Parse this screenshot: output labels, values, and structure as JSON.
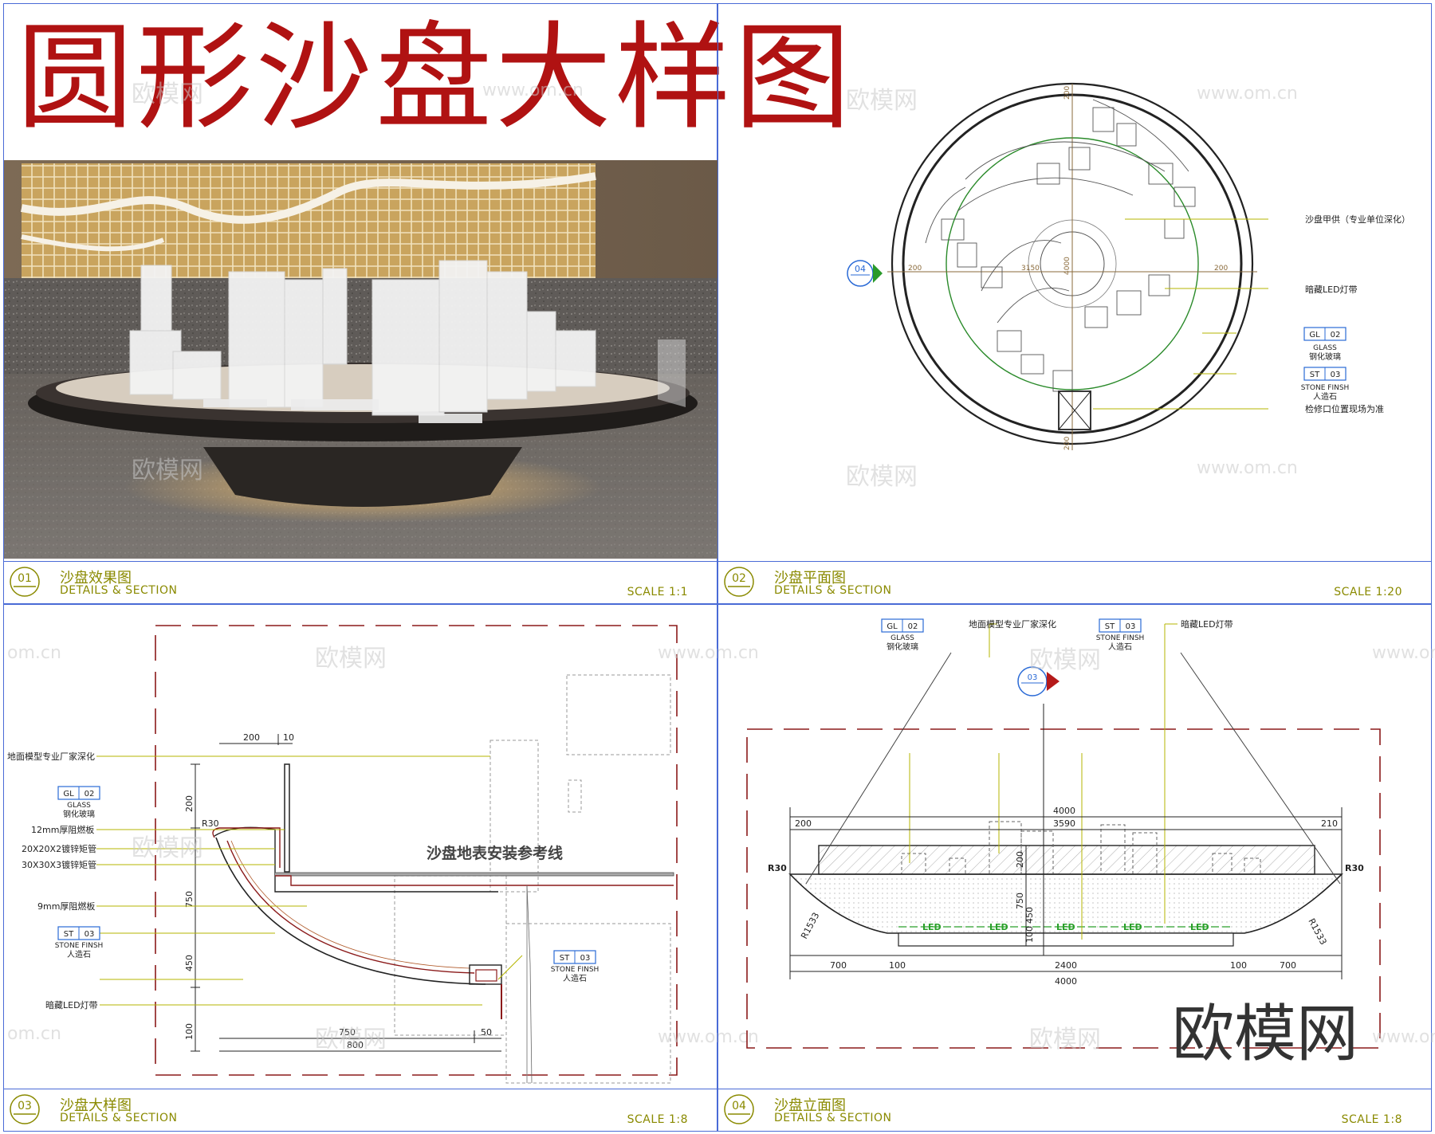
{
  "sheet_title": "圆形沙盘大样图",
  "brand_mark": "欧模网",
  "watermarks": [
    "欧模网",
    "www.om.cn",
    "om.cn"
  ],
  "panels": [
    {
      "number": "01",
      "title_cn": "沙盘效果图",
      "title_en": "DETAILS & SECTION",
      "scale": "SCALE  1:1"
    },
    {
      "number": "02",
      "title_cn": "沙盘平面图",
      "title_en": "DETAILS & SECTION",
      "scale": "SCALE  1:20"
    },
    {
      "number": "03",
      "title_cn": "沙盘大样图",
      "title_en": "DETAILS & SECTION",
      "scale": "SCALE  1:8"
    },
    {
      "number": "04",
      "title_cn": "沙盘立面图",
      "title_en": "DETAILS & SECTION",
      "scale": "SCALE  1:8"
    }
  ],
  "plan": {
    "marker": "04",
    "notes": [
      "沙盘甲供（专业单位深化）",
      "暗藏LED灯带",
      "检修口位置现场为准"
    ],
    "tags": [
      {
        "code": "GL",
        "num": "02",
        "en": "GLASS",
        "cn": "钢化玻璃"
      },
      {
        "code": "ST",
        "num": "03",
        "en": "STONE FINSH",
        "cn": "人造石"
      }
    ],
    "dims": [
      "200",
      "3150",
      "200",
      "200",
      "4000",
      "200"
    ]
  },
  "section": {
    "notes": [
      "地面模型专业厂家深化",
      "12mm厚阻燃板",
      "20X20X2镀锌矩管",
      "30X30X3镀锌矩管",
      "9mm厚阻燃板",
      "暗藏LED灯带"
    ],
    "reference_line": "沙盘地表安装参考线",
    "tag_glass": {
      "code": "GL",
      "num": "02",
      "en": "GLASS",
      "cn": "钢化玻璃"
    },
    "tag_stone": {
      "code": "ST",
      "num": "03",
      "en": "STONE FINSH",
      "cn": "人造石"
    },
    "dims": [
      "200",
      "10",
      "200",
      "R30",
      "750",
      "450",
      "100",
      "750",
      "50",
      "800"
    ]
  },
  "elevation": {
    "marker": "03",
    "notes": [
      "地面模型专业厂家深化",
      "暗藏LED灯带"
    ],
    "tag_glass": {
      "code": "GL",
      "num": "02",
      "en": "GLASS",
      "cn": "钢化玻璃"
    },
    "tag_stone": {
      "code": "ST",
      "num": "03",
      "en": "STONE FINSH",
      "cn": "人造石"
    },
    "led": [
      "LED",
      "LED",
      "LED",
      "LED",
      "LED"
    ],
    "dims": [
      "4000",
      "3590",
      "200",
      "210",
      "R30",
      "R30",
      "200",
      "750",
      "450",
      "100",
      "R1533",
      "R1533",
      "700",
      "100",
      "2400",
      "100",
      "700",
      "4000"
    ]
  }
}
